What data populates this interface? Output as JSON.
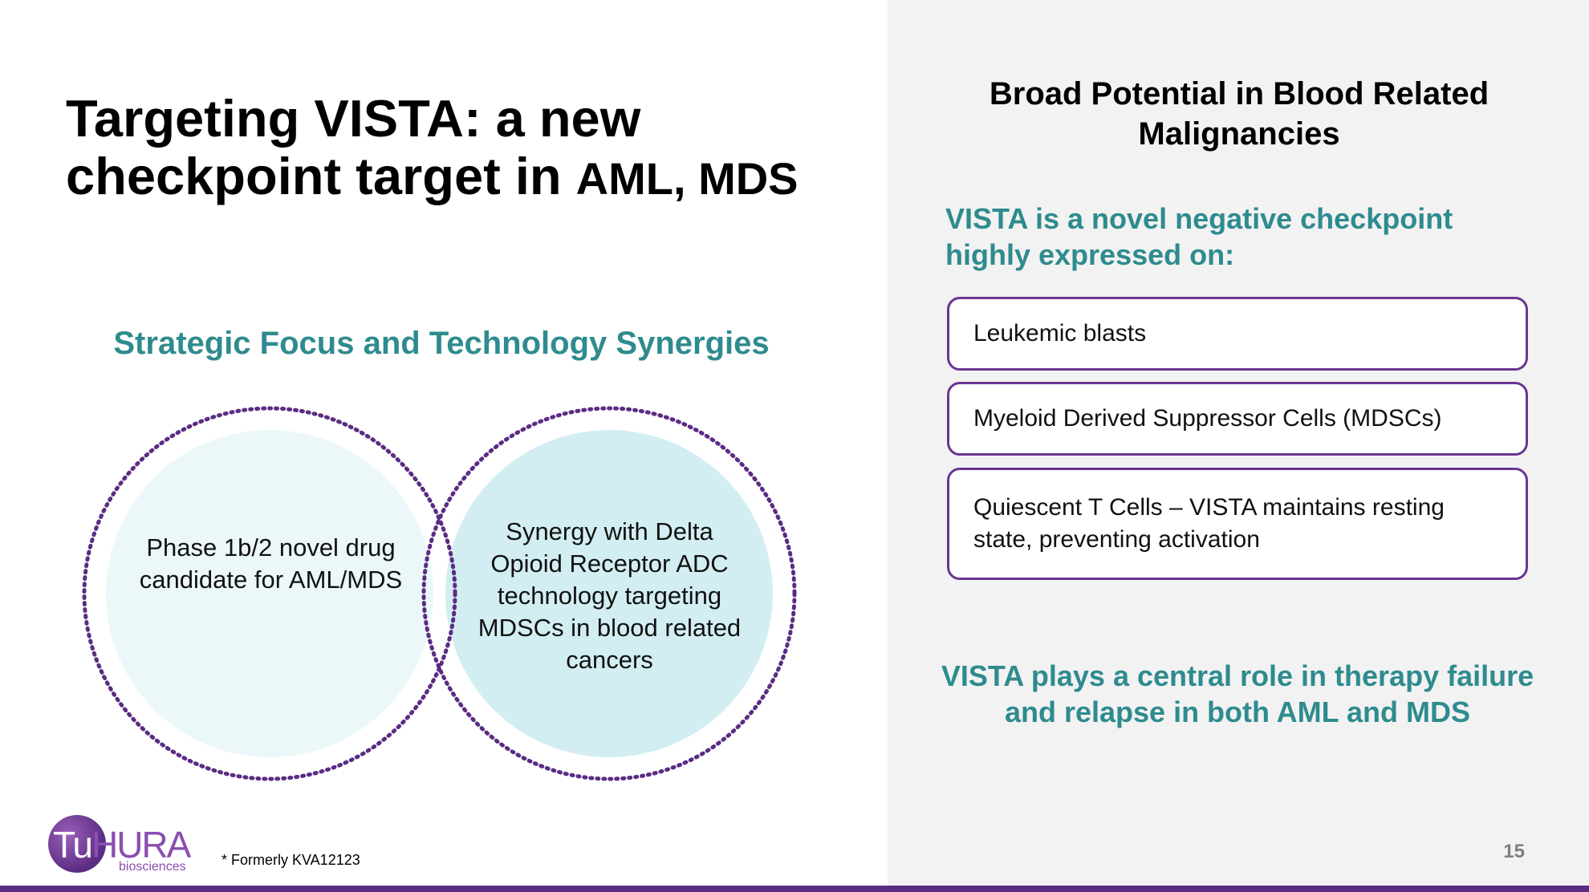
{
  "slide": {
    "title_line1": "Targeting VISTA: a new",
    "title_line2_a": "checkpoint target in ",
    "title_line2_b": "AML, MDS",
    "page_number": "15",
    "footnote": "* Formerly KVA12123"
  },
  "left": {
    "heading": "Strategic Focus and Technology Synergies",
    "circle_left_text": "Phase 1b/2 novel drug candidate for AML/MDS",
    "circle_right_text": "Synergy with Delta Opioid Receptor ADC technology targeting MDSCs in blood related cancers"
  },
  "right": {
    "heading": "Broad Potential in Blood Related Malignancies",
    "intro": "VISTA is a novel negative checkpoint highly expressed on:",
    "items": [
      "Leukemic blasts",
      "Myeloid Derived Suppressor Cells (MDSCs)",
      "Quiescent T Cells – VISTA maintains resting state, preventing activation"
    ],
    "conclusion": "VISTA plays a central role in therapy failure and relapse in both AML and MDS"
  },
  "logo": {
    "tu": "Tu",
    "hura": "HURA",
    "sub": "biosciences"
  },
  "colors": {
    "teal": "#2e8b8e",
    "purple": "#5b2c83",
    "circle_light": "#ecf7f9",
    "circle_medium": "#d3eef2",
    "panel_gray": "#f2f2f2"
  }
}
